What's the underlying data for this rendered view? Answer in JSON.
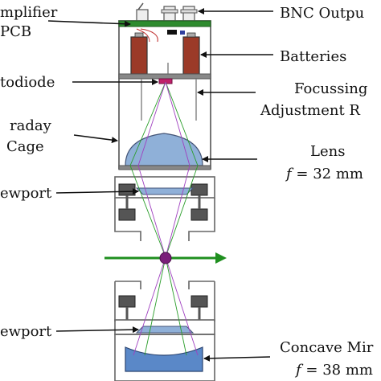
{
  "labels": {
    "amplifier_line1": "mplifier",
    "amplifier_line2": "PCB",
    "bnc": "BNC Outpu",
    "batteries": "Batteries",
    "photodiode": "todiode",
    "focussing_line1": "Focussing",
    "focussing_line2": "Adjustment R",
    "faraday_line1": "raday",
    "faraday_line2": "Cage",
    "lens": "Lens",
    "lens_f_var": "f",
    "lens_f_value": " = 32 mm",
    "viewport_top": "ewport",
    "viewport_bottom": "ewport",
    "mirror": "Concave Mir",
    "mirror_f_var": "f",
    "mirror_f_value": " = 38 mm"
  },
  "colors": {
    "pcb_green": "#2e8b2e",
    "battery_red": "#9b3a28",
    "lens_blue": "#8fb0d8",
    "beam_green": "#2a9d2a",
    "beam_purple": "#a040c0",
    "photodiode_magenta": "#c0206a",
    "atom_beam_green": "#1f8f1f",
    "atom_purple": "#7a1f7a",
    "frame_gray": "#666666"
  }
}
